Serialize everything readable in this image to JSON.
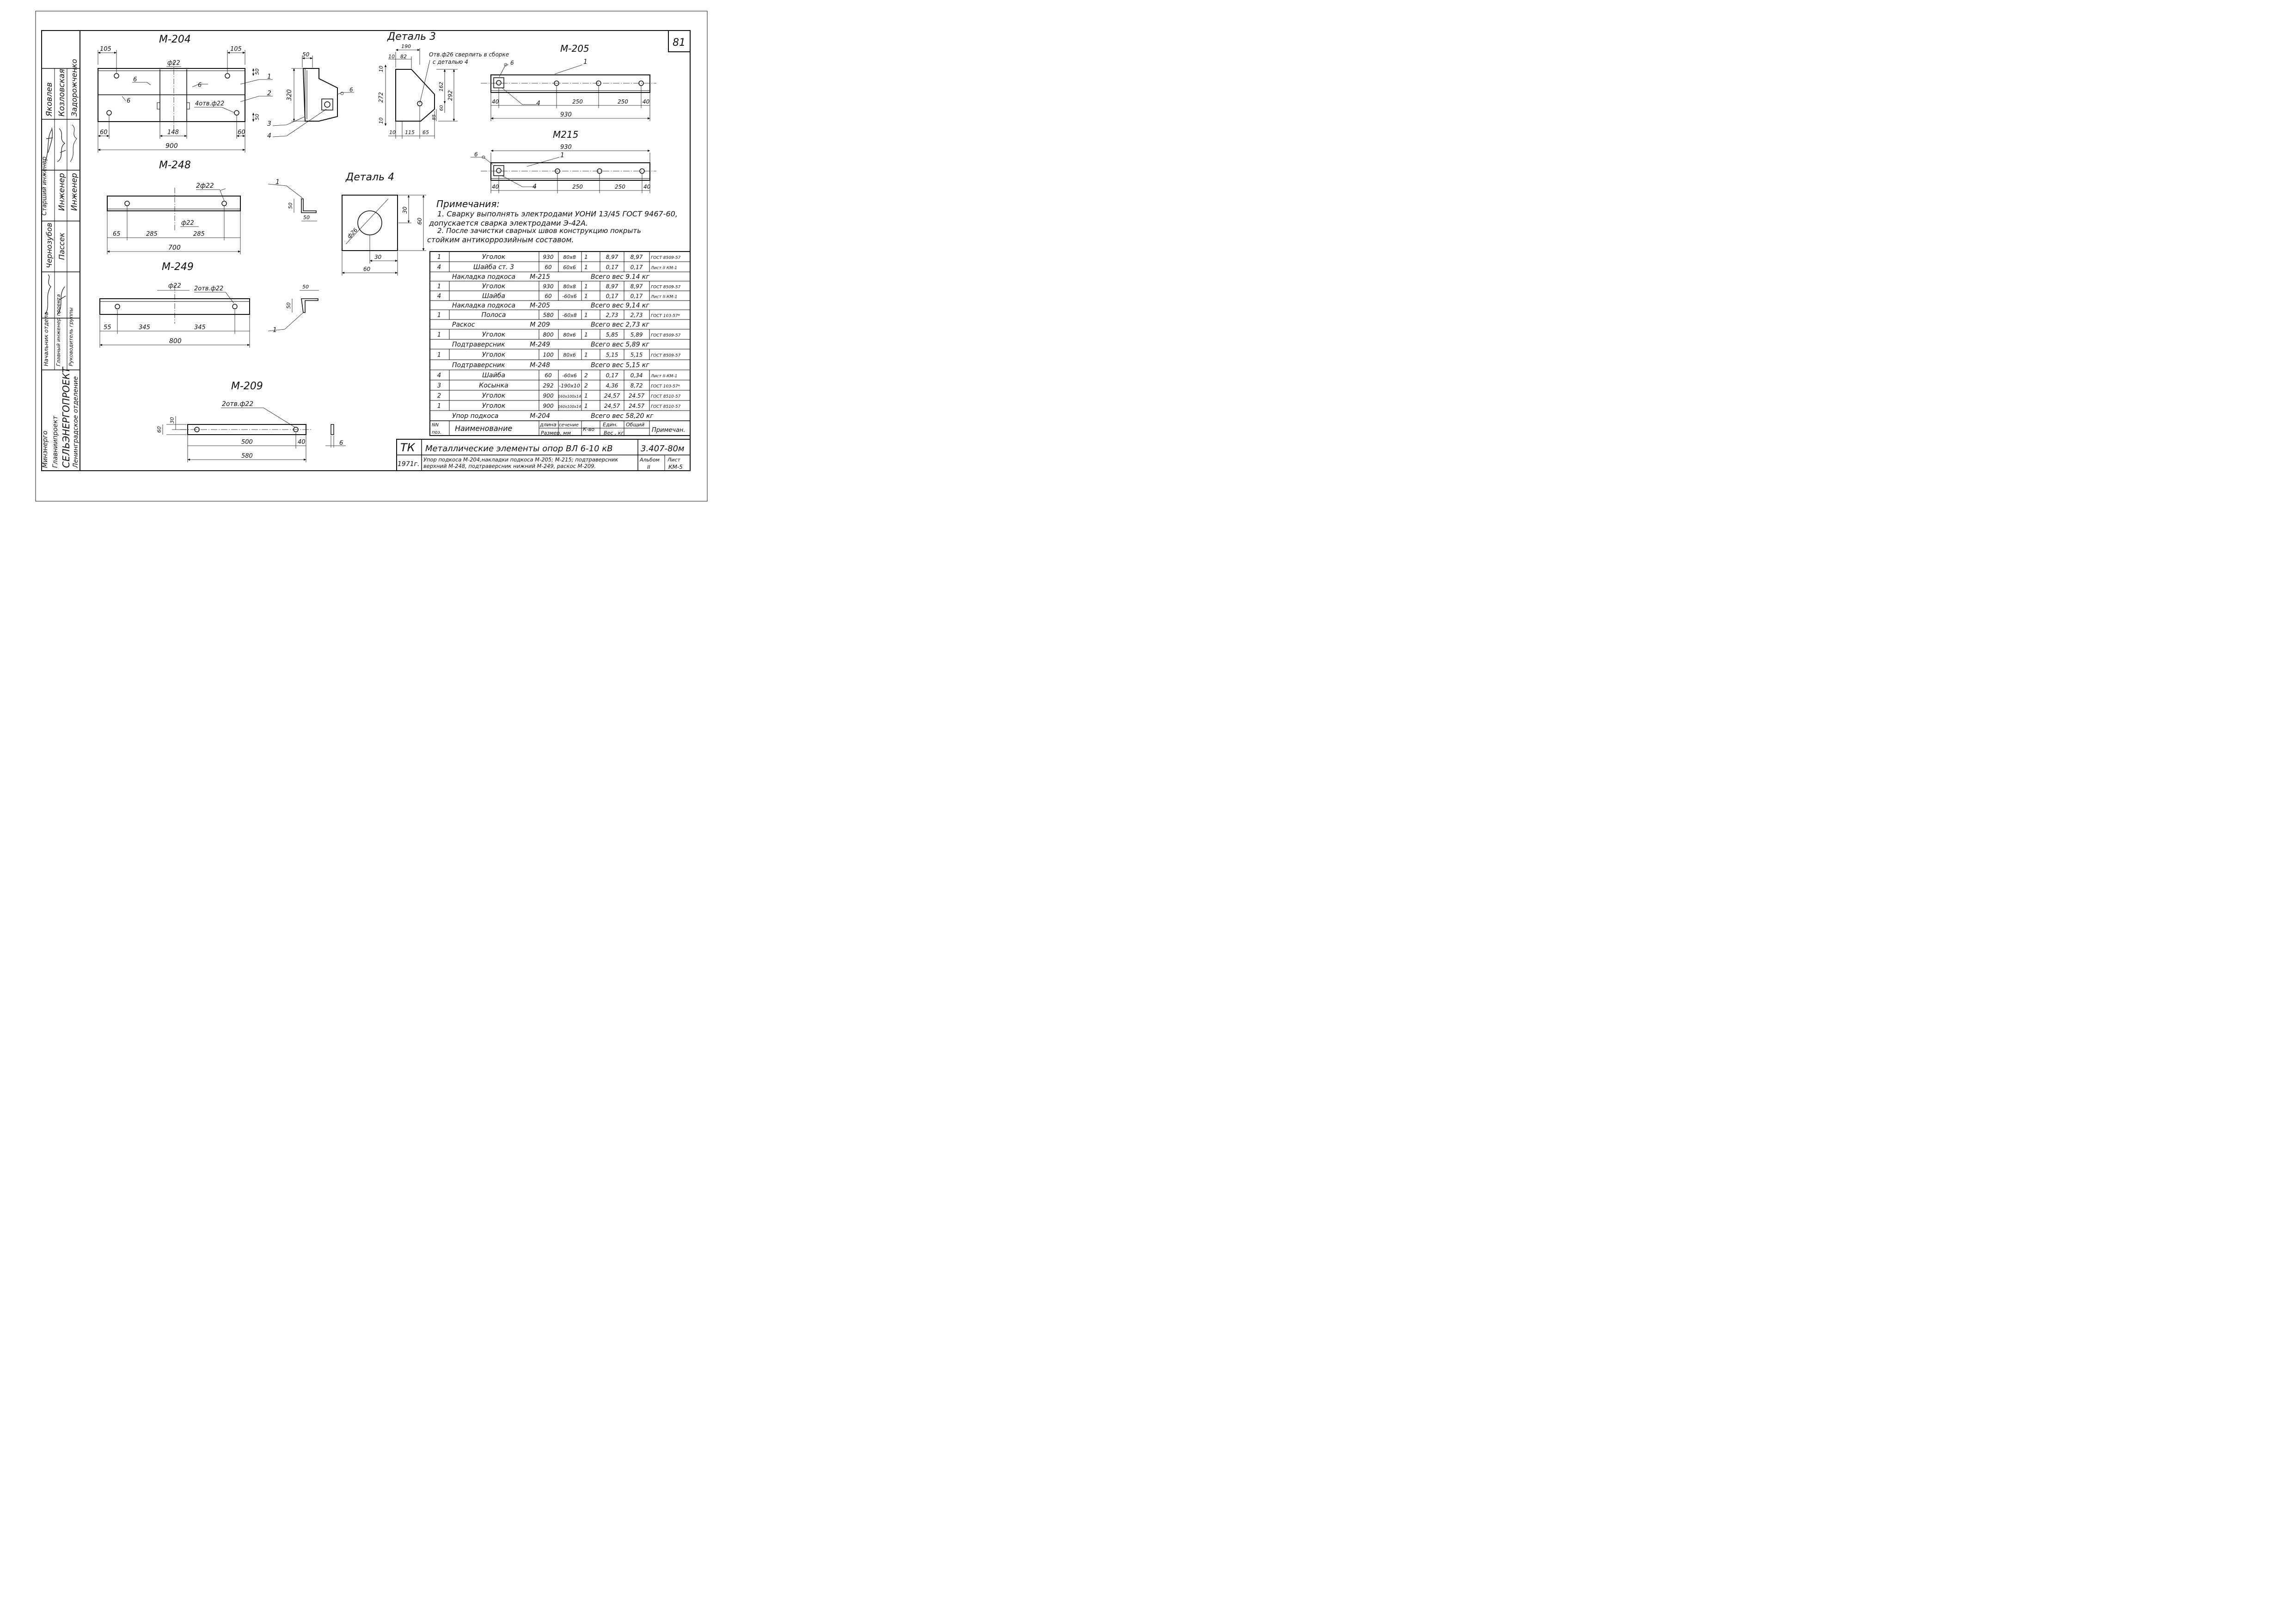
{
  "sheet_number": "81",
  "title_block": {
    "code_short": "ТК",
    "year": "1971г.",
    "title": "Металлические элементы опор ВЛ 6-10 кВ",
    "subtitle_line1": "Упор подкоса М-204,накладки подкоса М-205; М-215; подтраверсник",
    "subtitle_line2": "верхний М-248, подтраверсник нижний М-249, раскос М-209.",
    "doc_code": "3.407-80м",
    "album_label": "Альбом",
    "album_value": "II",
    "sheet_label": "Лист",
    "sheet_value": "КМ-5"
  },
  "organization": {
    "ministry": "Минэнерго",
    "main_dept": "Главниипроект",
    "institute": "СЕЛЬЭНЕРГОПРОЕКТ",
    "branch": "Ленинградское отделение"
  },
  "signatures": {
    "positions": [
      "Начальник отдела",
      "Главный инженер проекта",
      "Руководитель группы",
      "Старший инженер",
      "Инженер",
      "Инженер"
    ],
    "names": [
      "Яковлев",
      "Козловская",
      "Задорожченко",
      "Чернозубов",
      "Пассек"
    ]
  },
  "drawings": {
    "m204": {
      "title": "М-204",
      "dims": [
        "105",
        "ф22",
        "105",
        "6",
        "6",
        "6",
        "4отв.ф22",
        "50",
        "50",
        "60",
        "148",
        "60",
        "900"
      ],
      "leaders": [
        "1",
        "2",
        "3",
        "4"
      ]
    },
    "m204_side": {
      "dims": [
        "50",
        "320",
        "6"
      ]
    },
    "detail3": {
      "title": "Деталь 3",
      "note_line1": "Отв.ф26 сверлить в сборке",
      "note_line2": "с деталью 4",
      "dims": [
        "190",
        "10",
        "82",
        "10",
        "272",
        "10",
        "162",
        "292",
        "60",
        "85",
        "10",
        "115",
        "65"
      ]
    },
    "m205": {
      "title": "М-205",
      "dims": [
        "6",
        "40",
        "250",
        "250",
        "40",
        "930"
      ],
      "leaders": [
        "1",
        "4"
      ]
    },
    "m215": {
      "title": "М215",
      "dims": [
        "930",
        "6",
        "40",
        "250",
        "250",
        "40"
      ],
      "leaders": [
        "1",
        "4"
      ]
    },
    "m248": {
      "title": "М-248",
      "dims": [
        "2ф22",
        "ф22",
        "65",
        "285",
        "285",
        "700"
      ]
    },
    "m248_profile": {
      "dims": [
        "50",
        "50"
      ],
      "leaders": [
        "1"
      ]
    },
    "detail4": {
      "title": "Деталь 4",
      "dims": [
        "30",
        "60",
        "ф26",
        "30",
        "60"
      ]
    },
    "m249": {
      "title": "М-249",
      "dims": [
        "ф22",
        "2отв.ф22",
        "55",
        "345",
        "345",
        "800"
      ]
    },
    "m249_profile": {
      "dims": [
        "50",
        "50"
      ],
      "leaders": [
        "1"
      ]
    },
    "m209": {
      "title": "М-209",
      "dims": [
        "2отв.ф22",
        "30",
        "60",
        "500",
        "40",
        "580",
        "6"
      ]
    }
  },
  "notes": {
    "heading": "Примечания:",
    "line1": "1. Сварку выполнять электродами УОНИ 13/45 ГОСТ 9467-60,",
    "line2": "допускается сварка электродами Э-42А.",
    "line3": "2. После зачистки сварных швов конструкцию покрыть",
    "line4": "стойким антикоррозийным составом."
  },
  "spec_table": {
    "rows": [
      {
        "type": "item",
        "pos": "1",
        "name": "Уголок",
        "length": "930",
        "section": "80х8",
        "qty": "1",
        "unit": "8,97",
        "total": "8,97",
        "note": "ГОСТ 8509-57"
      },
      {
        "type": "item",
        "pos": "4",
        "name": "Шайба ст. 3",
        "length": "60",
        "section": "60х6",
        "qty": "1",
        "unit": "0,17",
        "total": "0,17",
        "note": "Лист II КМ-1"
      },
      {
        "type": "sum",
        "name": "Накладка подкоса",
        "code": "М-215",
        "total": "Всего вес 9.14 кг"
      },
      {
        "type": "item",
        "pos": "1",
        "name": "Уголок",
        "length": "930",
        "section": "80х8",
        "qty": "1",
        "unit": "8,97",
        "total": "8,97",
        "note": "ГОСТ 8509-57"
      },
      {
        "type": "item",
        "pos": "4",
        "name": "Шайба",
        "length": "60",
        "section": "-60х6",
        "qty": "1",
        "unit": "0,17",
        "total": "0,17",
        "note": "Лист II-КМ-1"
      },
      {
        "type": "sum",
        "name": "Накладка подкоса",
        "code": "М-205",
        "total": "Всего вес 9,14 кг"
      },
      {
        "type": "item",
        "pos": "1",
        "name": "Полоса",
        "length": "580",
        "section": "-60х8",
        "qty": "1",
        "unit": "2,73",
        "total": "2,73",
        "note": "ГОСТ 103-57*"
      },
      {
        "type": "sum",
        "name": "Раскос",
        "code": "М 209",
        "total": "Всего вес 2,73 кг"
      },
      {
        "type": "item",
        "pos": "1",
        "name": "Уголок",
        "length": "800",
        "section": "80х6",
        "qty": "1",
        "unit": "5,85",
        "total": "5,89",
        "note": "ГОСТ 8509-57"
      },
      {
        "type": "sum",
        "name": "Подтраверсник",
        "code": "М-249",
        "total": "Всего вес 5,89 кг"
      },
      {
        "type": "item",
        "pos": "1",
        "name": "Уголок",
        "length": "100",
        "section": "80х6",
        "qty": "1",
        "unit": "5,15",
        "total": "5,15",
        "note": "ГОСТ 8509-57"
      },
      {
        "type": "sum",
        "name": "Подтраверсник",
        "code": "М-248",
        "total": "Всего вес 5,15 кг"
      },
      {
        "type": "item",
        "pos": "4",
        "name": "Шайба",
        "length": "60",
        "section": "-60х6",
        "qty": "2",
        "unit": "0,17",
        "total": "0,34",
        "note": "Лист II-КМ-1"
      },
      {
        "type": "item",
        "pos": "3",
        "name": "Косынка",
        "length": "292",
        "section": "-190х10",
        "qty": "2",
        "unit": "4,36",
        "total": "8,72",
        "note": "ГОСТ 103-57*"
      },
      {
        "type": "item",
        "pos": "2",
        "name": "Уголок",
        "length": "900",
        "section": "160х100х14",
        "qty": "1",
        "unit": "24,57",
        "total": "24.57",
        "note": "ГОСТ 8510-57"
      },
      {
        "type": "item",
        "pos": "1",
        "name": "Уголок",
        "length": "900",
        "section": "160х100х14",
        "qty": "1",
        "unit": "24,57",
        "total": "24.57",
        "note": "ГОСТ 8510-57"
      },
      {
        "type": "sum",
        "name": "Упор подкоса",
        "code": "М-204",
        "total": "Всего вес 58,20 кг"
      }
    ],
    "header": {
      "pos_line1": "NN",
      "pos_line2": "поз.",
      "name": "Наименование",
      "length": "длина",
      "section": "сечение",
      "size_units": "Размер, мм",
      "qty": "К-во",
      "unit_weight": "Един.",
      "total_weight": "Общий",
      "weight_units": "Вес , кг",
      "note": "Примечан."
    }
  }
}
